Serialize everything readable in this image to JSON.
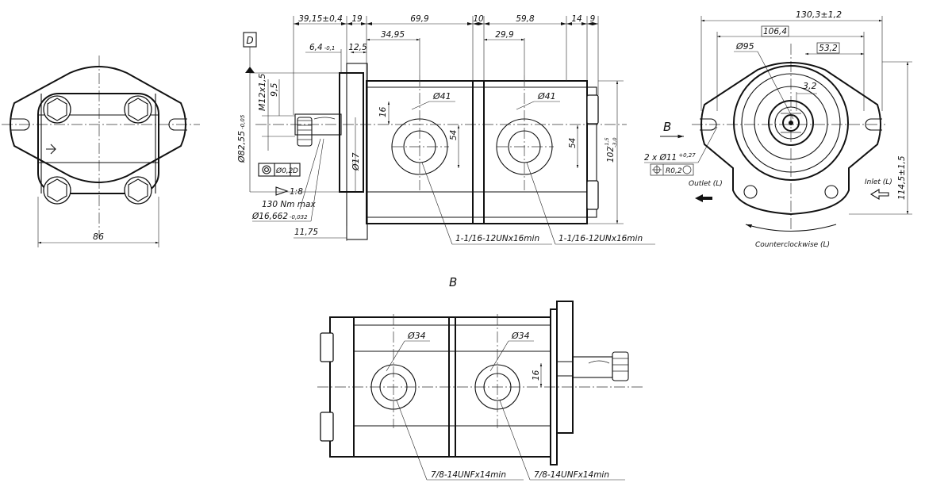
{
  "dimensions": {
    "d86": "86",
    "d39_15": "39,15±0,4",
    "d19": "19",
    "d69_9": "69,9",
    "d10": "10",
    "d59_8": "59,8",
    "d14": "14",
    "d9": "9",
    "d6_4": "6,4",
    "d6_4_tol": "-0,1",
    "d12_5": "12,5",
    "d34_95": "34,95",
    "d29_9": "29,9",
    "m12": "M12x1,5",
    "d9_5": "9,5",
    "d82_55": "Ø82,55",
    "d82_55_tol": "-0,05",
    "d16_front": "16",
    "d17": "Ø17",
    "d41_a": "Ø41",
    "d41_b": "Ø41",
    "d54_a": "54",
    "d54_b": "54",
    "d102": "102",
    "d102_tol_up": "-1,5",
    "d102_tol_dn": "-3,0",
    "tol_frame_value": "Ø0,2",
    "tol_frame_datum": "D",
    "d1_8": "1:8",
    "torque": "130 Nm max",
    "d16_662": "Ø16,662",
    "d16_662_tol": "-0,032",
    "d11_75": "11,75",
    "port_front_a": "1-1/16-12UNx16min",
    "port_front_b": "1-1/16-12UNx16min",
    "d130_3": "130,3±1,2",
    "d106_4": "106,4",
    "d95": "Ø95",
    "d53_2": "53,2",
    "d3_2": "3,2",
    "holes": "2 x Ø11",
    "holes_tol": "+0,27",
    "pos_tol": "R0,2",
    "d114_5": "114,5±1,5",
    "d34_a": "Ø34",
    "d34_b": "Ø34",
    "d16_b": "16",
    "port_bottom_a": "7/8-14UNFx14min",
    "port_bottom_b": "7/8-14UNFx14min"
  },
  "labels": {
    "datum_d": "D",
    "view_b_arrow": "B",
    "view_b_title": "B",
    "outlet": "Outlet (L)",
    "inlet": "Inlet (L)",
    "rotation": "Counterclockwise (L)"
  }
}
